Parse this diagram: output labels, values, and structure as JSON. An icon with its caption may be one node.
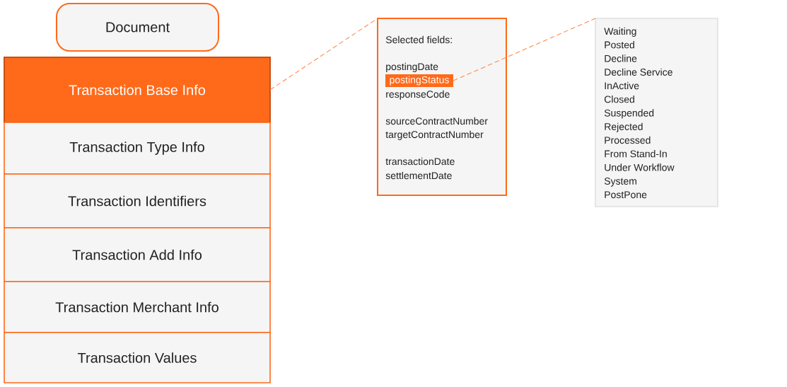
{
  "diagram": {
    "nodes": [
      {
        "text": [
          "Document"
        ]
      },
      {
        "text": [
          "Transaction Base Info"
        ]
      },
      {
        "text": [
          "Transaction Type Info"
        ]
      },
      {
        "text": [
          "Transaction Identifiers"
        ]
      },
      {
        "text": [
          "Transaction Add Info"
        ]
      },
      {
        "text": [
          "Transaction Merchant Info"
        ]
      },
      {
        "text": [
          "Transaction Values"
        ]
      },
      {
        "text": [
          "Selected fields:",
          "postingDate",
          "responseCode",
          "sourceContractNumber",
          "targetContractNumber",
          "transactionDate",
          "settlementDate"
        ]
      },
      {
        "text": [
          "postingStatus"
        ],
        "in": 7
      },
      {
        "text": [
          "Waiting",
          "Posted",
          "Decline",
          "Decline Service",
          "InActive",
          "Closed",
          "Suspended",
          "Rejected",
          "Processed",
          "From Stand-In",
          "Under Workflow",
          "System",
          "PostPone"
        ]
      }
    ],
    "edges": [
      {
        "from": 1,
        "to": 7,
        "arrow": "none",
        "style": "dashed"
      },
      {
        "from": 8,
        "to": 9,
        "arrow": "none",
        "style": "dashed"
      }
    ]
  }
}
